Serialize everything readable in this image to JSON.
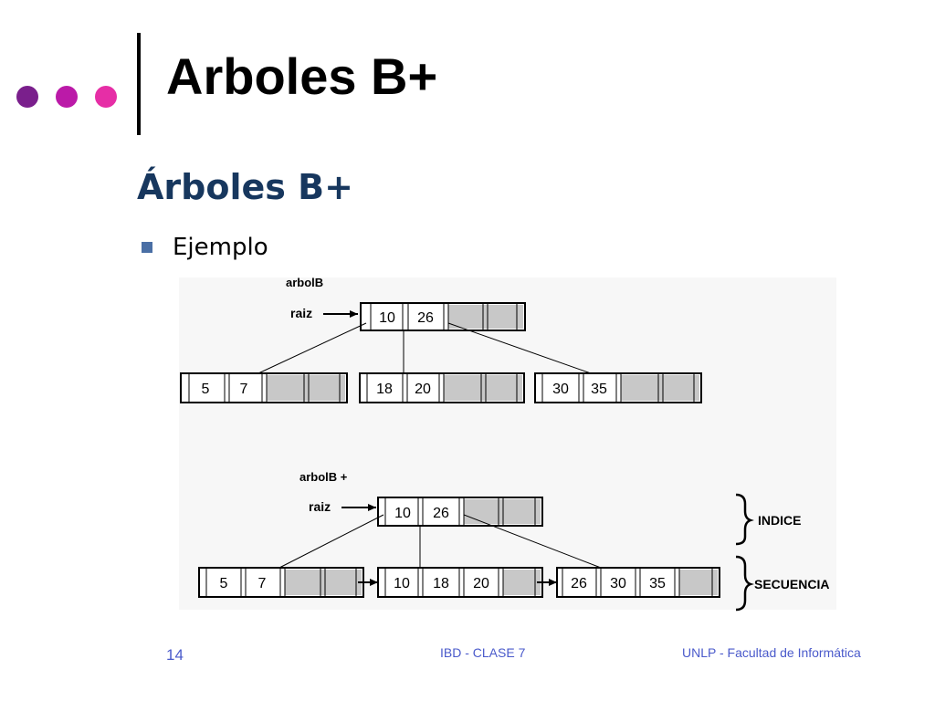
{
  "slide": {
    "title": "Arboles B+",
    "subtitle": "Árboles B+",
    "bullet": "Ejemplo",
    "dot_colors": [
      "#7a1f8c",
      "#bb1aa8",
      "#e62ea6"
    ]
  },
  "figure": {
    "btree": {
      "label": "arbolB",
      "root_label": "raiz",
      "root_keys": [
        "10",
        "26"
      ],
      "leaves": [
        [
          "5",
          "7"
        ],
        [
          "18",
          "20"
        ],
        [
          "30",
          "35"
        ]
      ]
    },
    "bplus": {
      "label": "arbolB +",
      "root_label": "raiz",
      "root_keys": [
        "10",
        "26"
      ],
      "leaves": [
        [
          "5",
          "7"
        ],
        [
          "10",
          "18",
          "20"
        ],
        [
          "26",
          "30",
          "35"
        ]
      ],
      "index_label": "INDICE",
      "sequence_label": "SECUENCIA"
    }
  },
  "footer": {
    "page": "14",
    "center": "IBD - CLASE 7",
    "right": "UNLP - Facultad de Informática"
  }
}
